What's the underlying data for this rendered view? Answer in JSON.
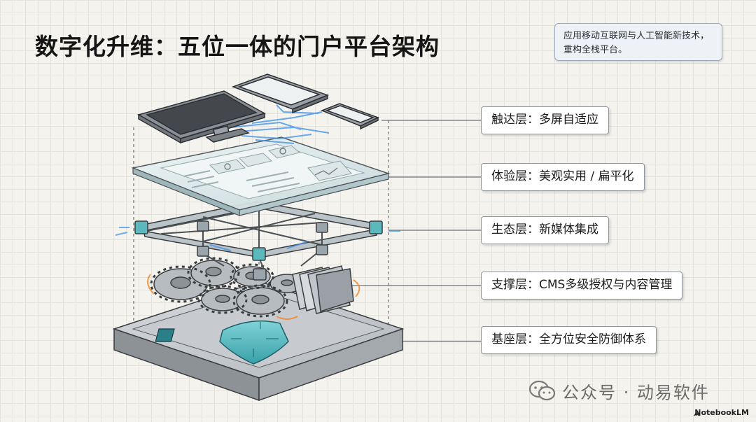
{
  "title": "数字化升维：五位一体的门户平台架构",
  "note": "应用移动互联网与人工智能新技术，重构全栈平台。",
  "layers": [
    {
      "label": "触达层：多屏自适应"
    },
    {
      "label": "体验层：美观实用 / 扁平化"
    },
    {
      "label": "生态层：新媒体集成"
    },
    {
      "label": "支撑层：CMS多级授权与内容管理"
    },
    {
      "label": "基座层：全方位安全防御体系"
    }
  ],
  "watermark": "公众号 · 动易软件",
  "badge": "NotebookLM",
  "colors": {
    "accent": "#3aa6b0",
    "glow": "#3a8ee8",
    "orange": "#f08a2c"
  }
}
